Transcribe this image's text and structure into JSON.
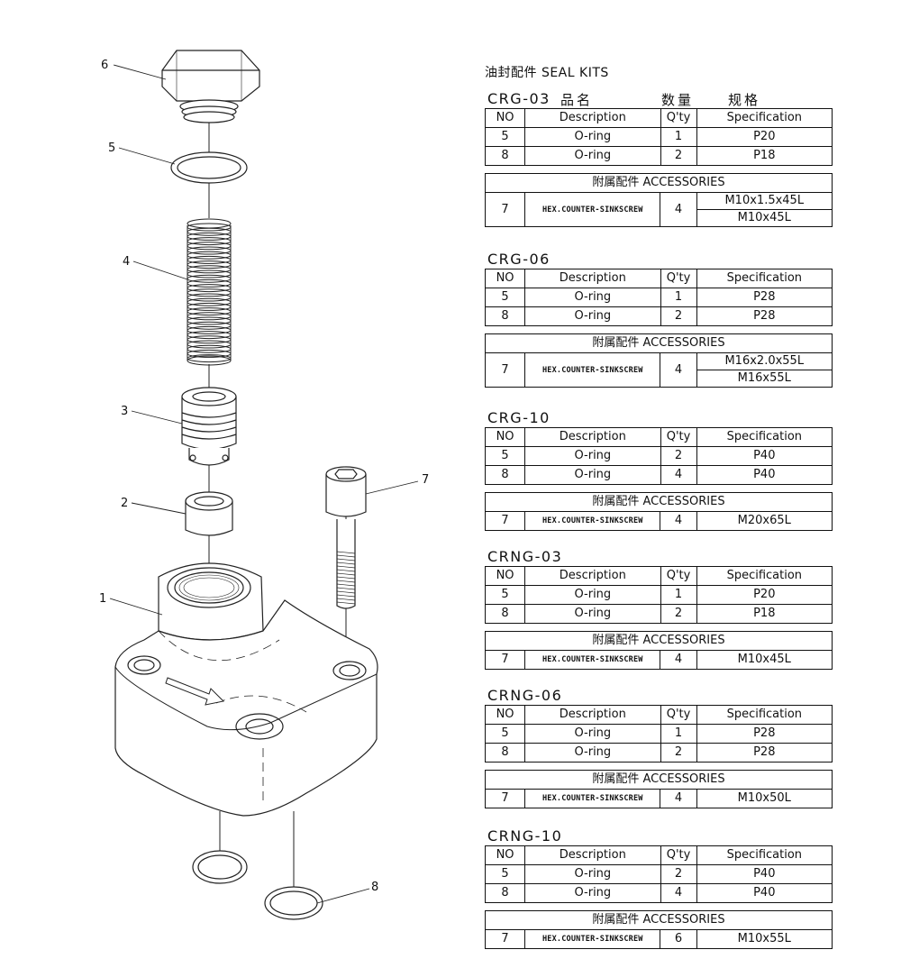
{
  "diagram": {
    "callouts": [
      "1",
      "2",
      "3",
      "4",
      "5",
      "6",
      "7",
      "8"
    ]
  },
  "kit_title": "油封配件 SEAL KITS",
  "series_header_extra": {
    "name": "品名",
    "qty": "数量",
    "spec": "规格"
  },
  "columns": {
    "no": "NO",
    "desc": "Description",
    "qty": "Q'ty",
    "spec": "Specification"
  },
  "accessories_title": "附属配件 ACCESSORIES",
  "series": [
    {
      "code": "CRG-03",
      "seals": [
        {
          "no": "5",
          "desc": "O-ring",
          "qty": "1",
          "spec": "P20"
        },
        {
          "no": "8",
          "desc": "O-ring",
          "qty": "2",
          "spec": "P18"
        }
      ],
      "accessory": {
        "no": "7",
        "desc": "HEX.COUNTER-SINKSCREW",
        "qty": "4",
        "specs": [
          "M10x1.5x45L",
          "M10x45L"
        ]
      }
    },
    {
      "code": "CRG-06",
      "seals": [
        {
          "no": "5",
          "desc": "O-ring",
          "qty": "1",
          "spec": "P28"
        },
        {
          "no": "8",
          "desc": "O-ring",
          "qty": "2",
          "spec": "P28"
        }
      ],
      "accessory": {
        "no": "7",
        "desc": "HEX.COUNTER-SINKSCREW",
        "qty": "4",
        "specs": [
          "M16x2.0x55L",
          "M16x55L"
        ]
      }
    },
    {
      "code": "CRG-10",
      "seals": [
        {
          "no": "5",
          "desc": "O-ring",
          "qty": "2",
          "spec": "P40"
        },
        {
          "no": "8",
          "desc": "O-ring",
          "qty": "4",
          "spec": "P40"
        }
      ],
      "accessory": {
        "no": "7",
        "desc": "HEX.COUNTER-SINKSCREW",
        "qty": "4",
        "specs": [
          "M20x65L"
        ]
      }
    },
    {
      "code": "CRNG-03",
      "seals": [
        {
          "no": "5",
          "desc": "O-ring",
          "qty": "1",
          "spec": "P20"
        },
        {
          "no": "8",
          "desc": "O-ring",
          "qty": "2",
          "spec": "P18"
        }
      ],
      "accessory": {
        "no": "7",
        "desc": "HEX.COUNTER-SINKSCREW",
        "qty": "4",
        "specs": [
          "M10x45L"
        ]
      }
    },
    {
      "code": "CRNG-06",
      "seals": [
        {
          "no": "5",
          "desc": "O-ring",
          "qty": "1",
          "spec": "P28"
        },
        {
          "no": "8",
          "desc": "O-ring",
          "qty": "2",
          "spec": "P28"
        }
      ],
      "accessory": {
        "no": "7",
        "desc": "HEX.COUNTER-SINKSCREW",
        "qty": "4",
        "specs": [
          "M10x50L"
        ]
      }
    },
    {
      "code": "CRNG-10",
      "seals": [
        {
          "no": "5",
          "desc": "O-ring",
          "qty": "2",
          "spec": "P40"
        },
        {
          "no": "8",
          "desc": "O-ring",
          "qty": "4",
          "spec": "P40"
        }
      ],
      "accessory": {
        "no": "7",
        "desc": "HEX.COUNTER-SINKSCREW",
        "qty": "6",
        "specs": [
          "M10x55L"
        ]
      }
    }
  ]
}
